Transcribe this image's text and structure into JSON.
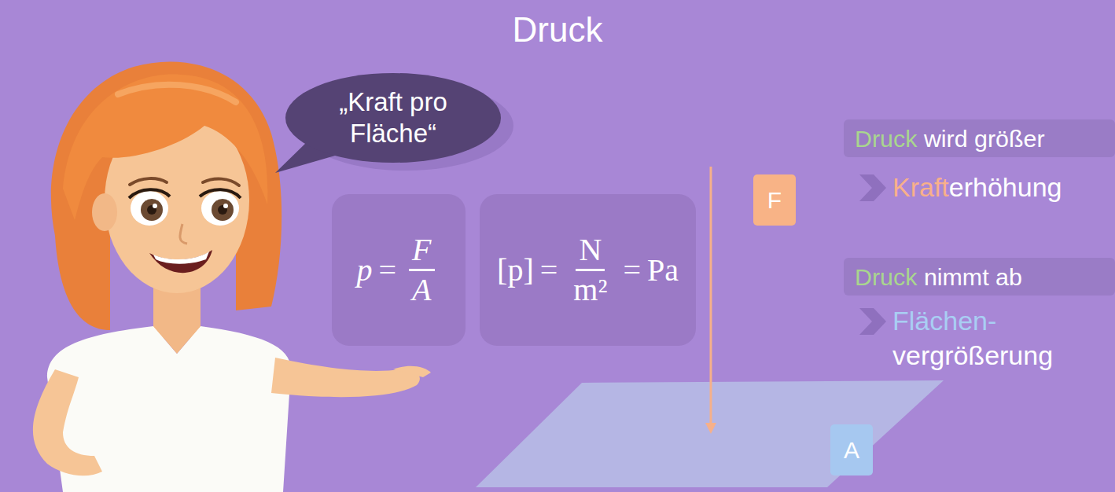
{
  "diagram": {
    "title": "Druck",
    "nodes": [
      {
        "text": [
          "„Kraft pro Fläche“"
        ]
      },
      {
        "text": [
          "p",
          "=",
          "F",
          "A"
        ]
      },
      {
        "text": [
          "[p]",
          "=",
          "N",
          "m²",
          "=",
          "Pa"
        ]
      },
      {
        "text": [
          "F"
        ]
      },
      {
        "text": [
          "A"
        ]
      },
      {
        "text": [
          "Druck",
          "wird größer"
        ]
      },
      {
        "text": [
          "Druck",
          "nimmt ab"
        ]
      }
    ],
    "labels": [
      "Kraft",
      "erhöhung",
      "Flächen-",
      "vergrößerung"
    ]
  }
}
